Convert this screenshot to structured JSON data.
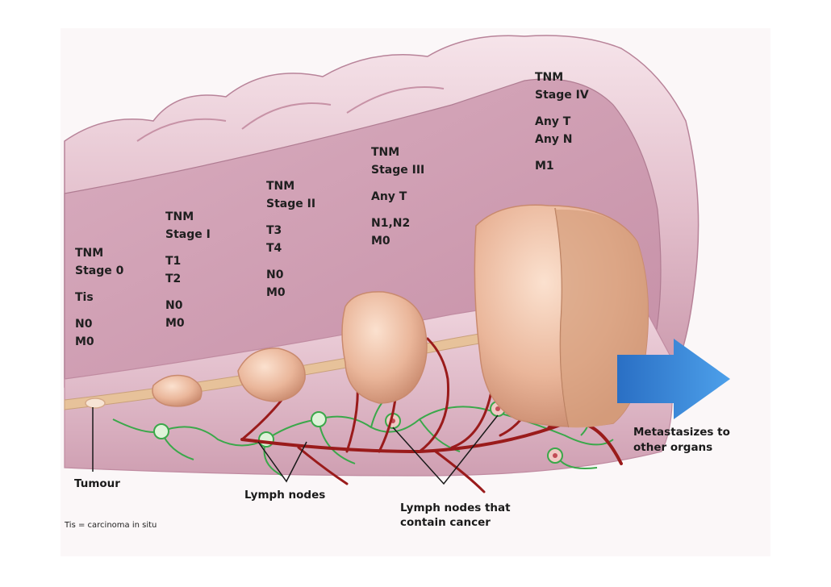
{
  "stages": [
    {
      "id": "stage0",
      "lines": [
        "TNM",
        "Stage 0",
        "",
        "Tis",
        "",
        "N0",
        "M0"
      ]
    },
    {
      "id": "stage1",
      "lines": [
        "TNM",
        "Stage I",
        "",
        "T1",
        "T2",
        "",
        "N0",
        "M0"
      ]
    },
    {
      "id": "stage2",
      "lines": [
        "TNM",
        "Stage II",
        "",
        "T3",
        "T4",
        "",
        "N0",
        "M0"
      ]
    },
    {
      "id": "stage3",
      "lines": [
        "TNM",
        "Stage III",
        "",
        "Any T",
        "",
        "N1,N2",
        "M0"
      ]
    },
    {
      "id": "stage4",
      "lines": [
        "TNM",
        "Stage IV",
        "",
        "Any T",
        "Any N",
        "",
        "M1"
      ]
    }
  ],
  "labels": {
    "tumour": "Tumour",
    "lymph_nodes": "Lymph nodes",
    "lymph_nodes_cancer_1": "Lymph nodes that",
    "lymph_nodes_cancer_2": "contain cancer",
    "metastasizes_1": "Metastasizes to",
    "metastasizes_2": "other organs"
  },
  "footnote": "Tis = carcinoma in situ",
  "colors": {
    "tissue": "#e8c6d2",
    "tissue_dark": "#c99aae",
    "tumour": "#e7b79b",
    "vessel_red": "#9a1b1b",
    "lymph_green": "#3aa84a",
    "arrow_blue": "#3b86d6"
  }
}
